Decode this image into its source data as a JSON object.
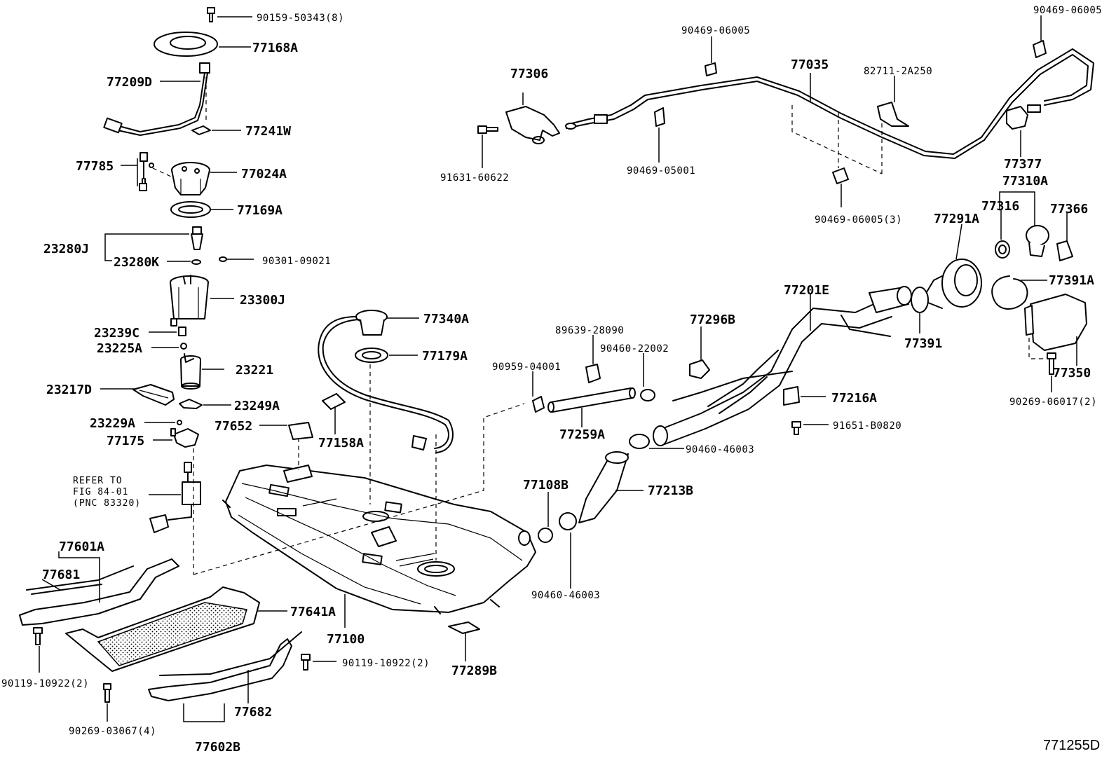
{
  "diagram_id": "771255D",
  "labels": {
    "p90159": "90159-50343(8)",
    "p77168A": "77168A",
    "p77209D": "77209D",
    "p77241W": "77241W",
    "p77785": "77785",
    "p77024A": "77024A",
    "p77169A": "77169A",
    "p23280J": "23280J",
    "p23280K": "23280K",
    "p90301": "90301-09021",
    "p23300J": "23300J",
    "p23239C": "23239C",
    "p23225A": "23225A",
    "p23221": "23221",
    "p23217D": "23217D",
    "p23249A": "23249A",
    "p23229A": "23229A",
    "p77175": "77175",
    "p77652": "77652",
    "p77158A": "77158A",
    "p77340A": "77340A",
    "p77179A": "77179A",
    "p77601A": "77601A",
    "p77681": "77681",
    "p77641A": "77641A",
    "p77100": "77100",
    "p90119a": "90119-10922(2)",
    "p90119b": "90119-10922(2)",
    "p77682": "77682",
    "p90269a": "90269-03067(4)",
    "p77602B": "77602B",
    "p77289B": "77289B",
    "p77306": "77306",
    "p91631": "91631-60622",
    "p90469_top": "90469-06005",
    "p90469_05001": "90469-05001",
    "p77035": "77035",
    "p82711": "82711-2A250",
    "p90469_3": "90469-06005(3)",
    "p90469_tr": "90469-06005",
    "p77377": "77377",
    "p77310A": "77310A",
    "p77316": "77316",
    "p77366": "77366",
    "p77291A": "77291A",
    "p77391A": "77391A",
    "p77201E": "77201E",
    "p77391": "77391",
    "p77350": "77350",
    "p90269b": "90269-06017(2)",
    "p89639": "89639-28090",
    "p77296B": "77296B",
    "p90460_22002": "90460-22002",
    "p90959": "90959-04001",
    "p77216A": "77216A",
    "p91651": "91651-B0820",
    "p77259A": "77259A",
    "p90460_46003a": "90460-46003",
    "p77108B": "77108B",
    "p77213B": "77213B",
    "p90460_46003b": "90460-46003"
  },
  "refer_note": {
    "line1": "REFER TO",
    "line2": "FIG 84-01",
    "line3": "(PNC 83320)"
  }
}
